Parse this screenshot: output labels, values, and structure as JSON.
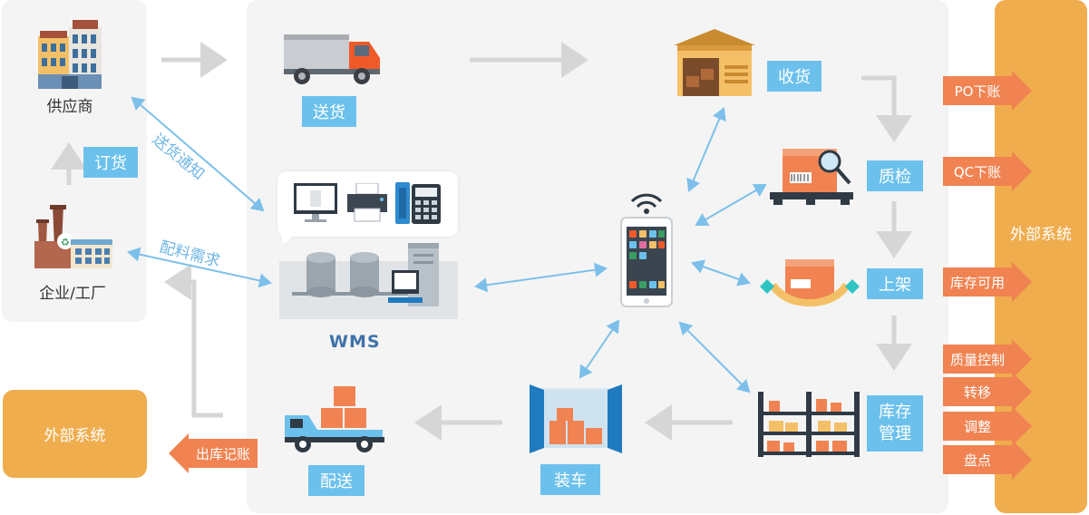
{
  "supplier": {
    "label": "供应商"
  },
  "factory": {
    "label": "企业/工厂"
  },
  "order": {
    "label": "订货"
  },
  "delivery_notice": {
    "label": "送货通知"
  },
  "material_demand": {
    "label": "配料需求"
  },
  "wms": {
    "label": "WMS"
  },
  "external_system_left": {
    "label": "外部系统"
  },
  "external_system_right": {
    "label": "外部系统"
  },
  "outbound_posting": {
    "label": "出库记账"
  },
  "steps": {
    "deliver": "送货",
    "receive": "收货",
    "qc": "质检",
    "shelve": "上架",
    "inventory": "库存\n管理",
    "loading": "装车",
    "distribute": "配送"
  },
  "right_tags": [
    "PO下账",
    "QC下账",
    "库存可用",
    "质量控制",
    "转移",
    "调整",
    "盘点"
  ],
  "colors": {
    "panel": "#f4f4f4",
    "label_blue": "#6cc1ec",
    "tag_orange": "#f08351",
    "external_orange": "#f0ad4e",
    "connector_blue": "#7cc0ea",
    "flow_gray": "#d6d6d6"
  },
  "icons": [
    "building-icon",
    "factory-icon",
    "truck-icon",
    "warehouse-icon",
    "inspection-box-icon",
    "shelving-box-icon",
    "shelves-icon",
    "container-icon",
    "delivery-truck-icon",
    "computer-icon",
    "printer-icon",
    "phone-icon",
    "server-icon",
    "smartphone-icon"
  ]
}
